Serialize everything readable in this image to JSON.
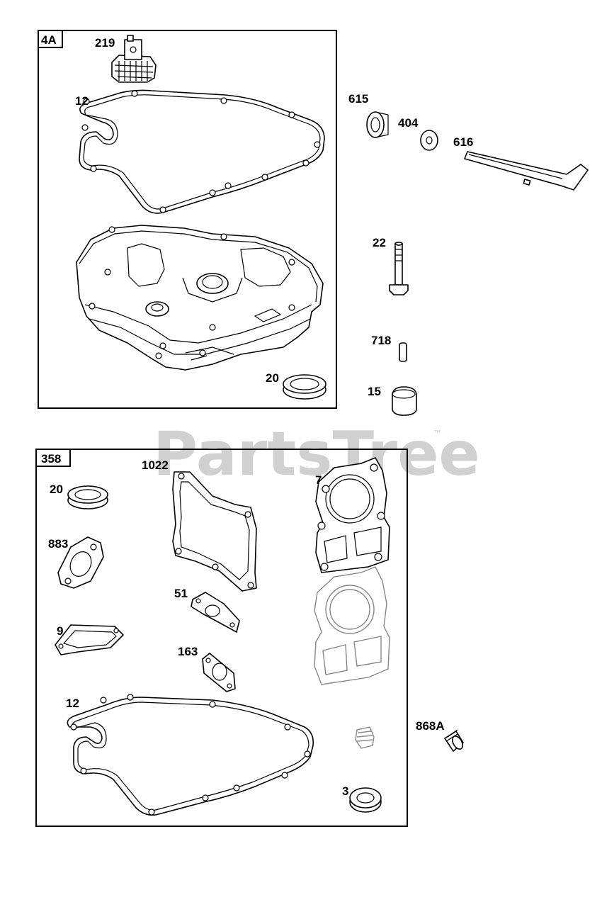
{
  "watermark": {
    "text": "PartsTree",
    "trademark": "™"
  },
  "boxes": [
    {
      "id": "4A",
      "tag": "4A"
    },
    {
      "id": "358",
      "tag": "358"
    }
  ],
  "labels": {
    "p219": "219",
    "p12_top": "12",
    "p615": "615",
    "p404": "404",
    "p616": "616",
    "p22": "22",
    "p718": "718",
    "p15": "15",
    "p20_top": "20",
    "p1022": "1022",
    "p7": "7",
    "p20_bottom": "20",
    "p883": "883",
    "p51": "51",
    "p9": "9",
    "p163": "163",
    "p12_bottom": "12",
    "p868A": "868A",
    "p3": "3"
  },
  "colors": {
    "line": "#000000",
    "watermark": "#d0d0d0",
    "ghost_part": "#888888"
  }
}
